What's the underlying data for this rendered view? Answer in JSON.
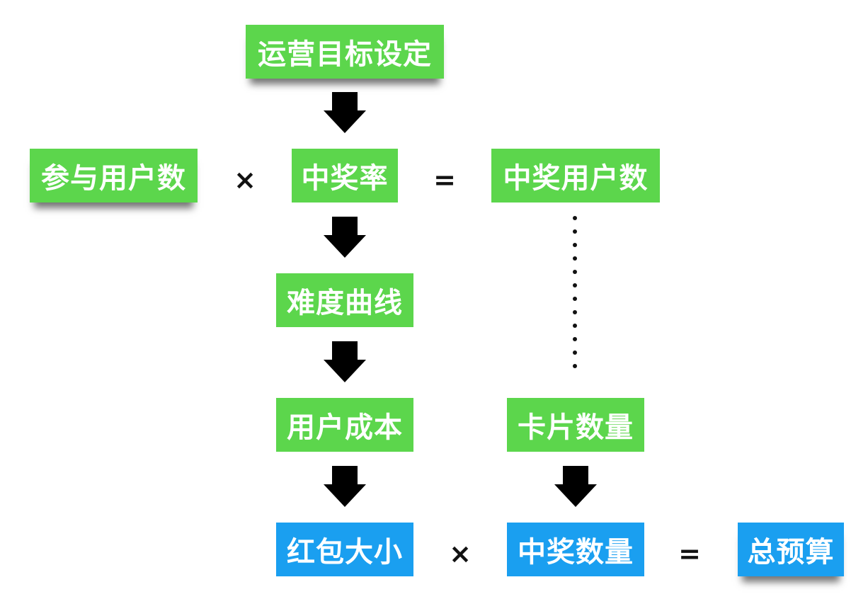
{
  "nodes": {
    "ops_goal": "运营目标设定",
    "participants": "参与用户数",
    "win_rate": "中奖率",
    "winners": "中奖用户数",
    "difficulty_curve": "难度曲线",
    "user_cost": "用户成本",
    "card_count": "卡片数量",
    "red_packet_size": "红包大小",
    "prize_count": "中奖数量",
    "total_budget": "总预算"
  },
  "operators": {
    "multiply": "×",
    "equals": "="
  },
  "colors": {
    "green_box": "#5cd64c",
    "blue_box": "#1a9ff0",
    "arrow": "#000000",
    "operator": "#111111"
  },
  "icons": {
    "arrow": "down-arrow-icon",
    "dots": "dotted-connector"
  }
}
